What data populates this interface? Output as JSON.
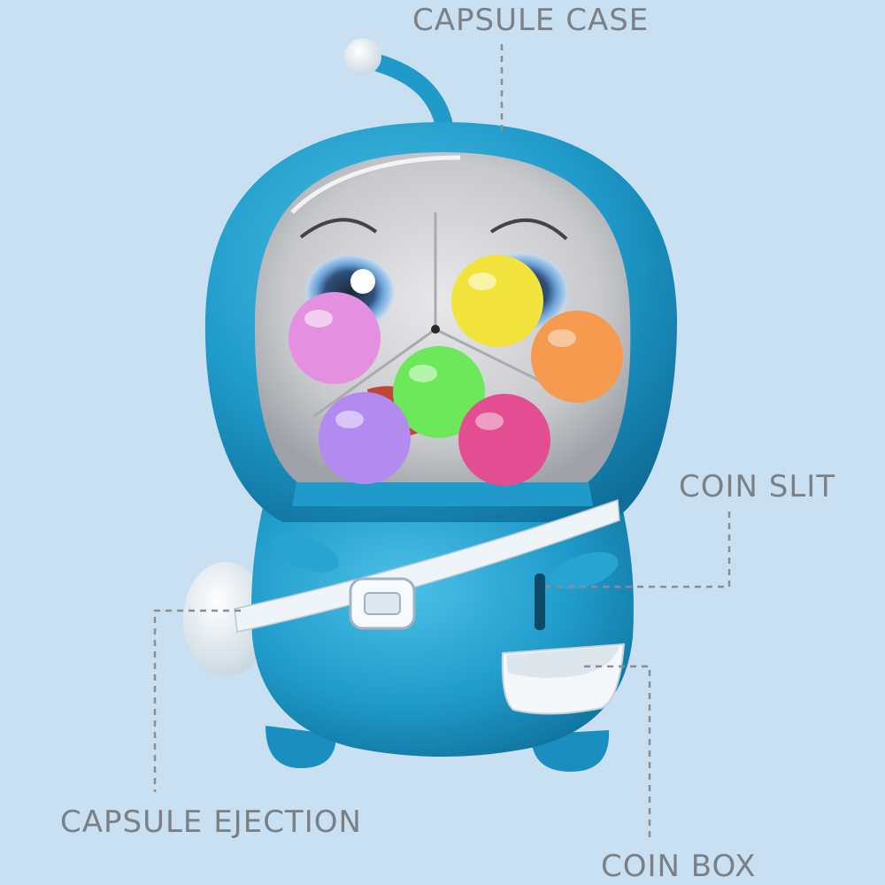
{
  "labels": {
    "capsule_case": "CAPSULE CASE",
    "coin_slit": "COIN SLIT",
    "capsule_ejection": "CAPSULE EJECTION",
    "coin_box": "COIN BOX"
  },
  "colors": {
    "background": "#c9e0f2",
    "body_blue": "#1f9ac9",
    "body_dark": "#137aa6",
    "belt_white": "#eef4f8",
    "leader_line": "#8a8e92",
    "label_text": "#7a8086"
  },
  "capsules": [
    {
      "name": "pink-capsule",
      "color": "#e58fe0"
    },
    {
      "name": "yellow-capsule",
      "color": "#f2e23c"
    },
    {
      "name": "orange-capsule",
      "color": "#f59a4e"
    },
    {
      "name": "green-capsule",
      "color": "#6de85a"
    },
    {
      "name": "purple-capsule",
      "color": "#b28af0"
    },
    {
      "name": "magenta-capsule",
      "color": "#e34e92"
    }
  ]
}
